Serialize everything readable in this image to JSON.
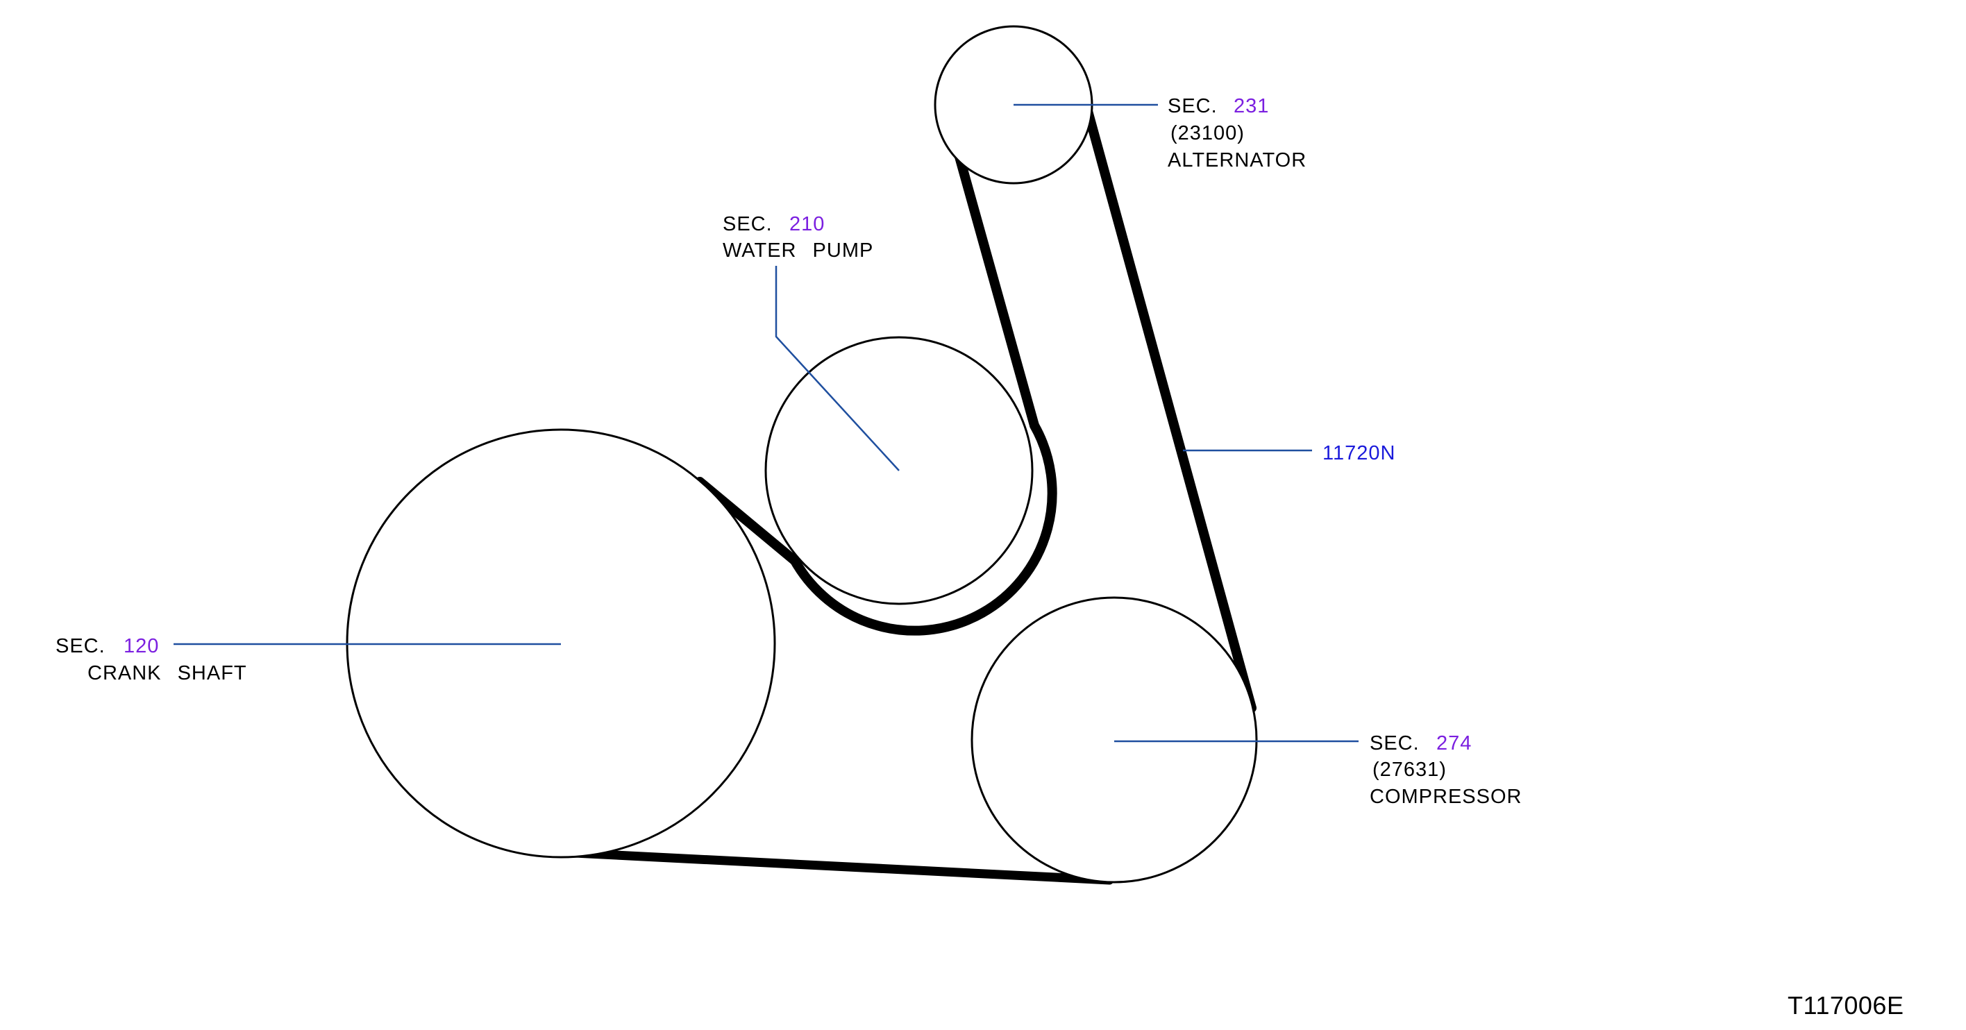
{
  "labels": {
    "alternator": {
      "sec_prefix": "SEC.",
      "sec_number": "231",
      "part_code": "(23100)",
      "name": "ALTERNATOR"
    },
    "water_pump": {
      "sec_prefix": "SEC.",
      "sec_number": "210",
      "name": "WATER PUMP"
    },
    "crank_shaft": {
      "sec_prefix": "SEC.",
      "sec_number": "120",
      "name": "CRANK SHAFT"
    },
    "compressor": {
      "sec_prefix": "SEC.",
      "sec_number": "274",
      "part_code": "(27631)",
      "name": "COMPRESSOR"
    },
    "belt": {
      "part_number": "11720N"
    }
  },
  "figure_id": "T117006E",
  "colors": {
    "section_link": "#7b1fe0",
    "part_number": "#1a1adb",
    "leader_line": "#1f4f9f",
    "outline": "#000000"
  }
}
